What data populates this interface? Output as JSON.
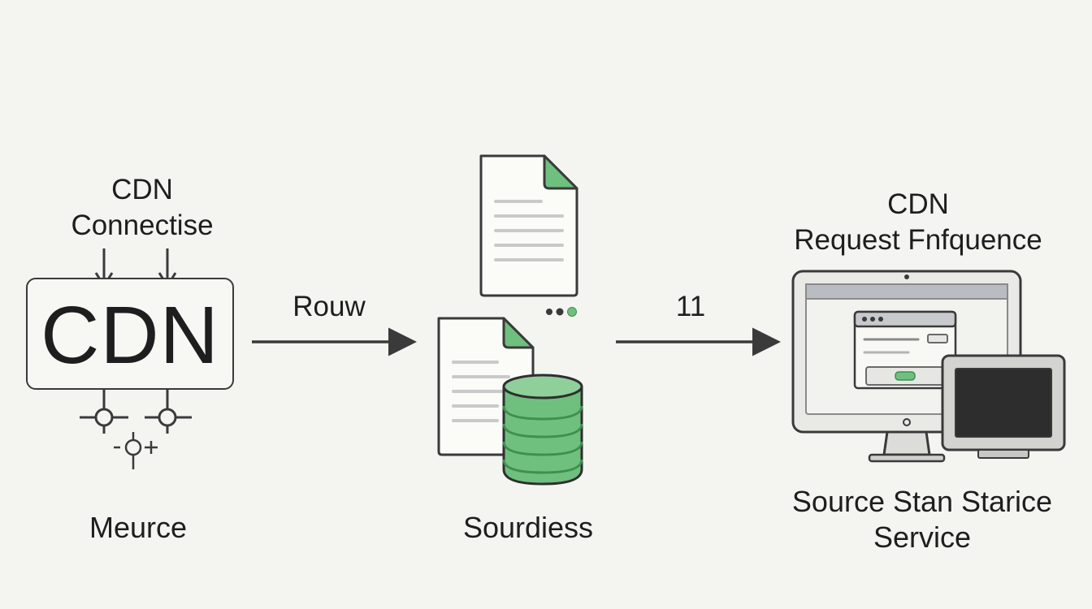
{
  "left": {
    "title_line1": "CDN",
    "title_line2": "Connectise",
    "box_text": "CDN",
    "caption": "Meurce"
  },
  "arrow1": {
    "label": "Rouw"
  },
  "middle": {
    "caption": "Sourdiess"
  },
  "arrow2": {
    "label": "11"
  },
  "right": {
    "title_line1": "CDN",
    "title_line2": "Request Fnfquence",
    "caption_line1": "Source Stan Starice",
    "caption_line2": "Service"
  },
  "colors": {
    "green": "#6fbf7f",
    "dark_green": "#3f8f50",
    "stroke": "#3a3a3a",
    "screen_dark": "#2d2d2d"
  }
}
